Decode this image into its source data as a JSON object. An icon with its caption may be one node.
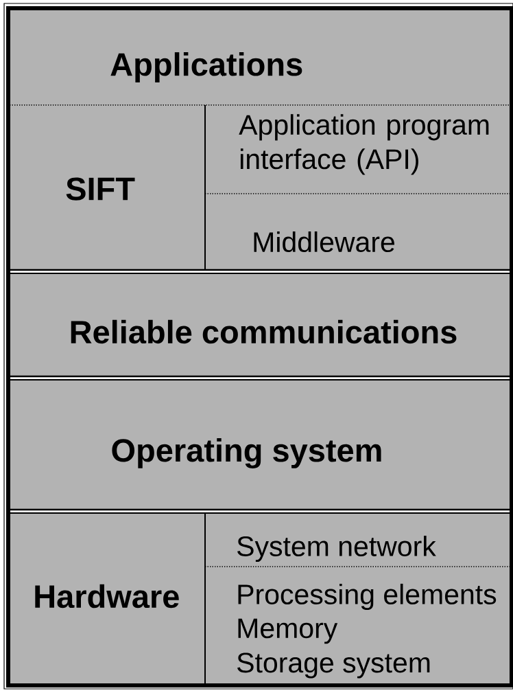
{
  "diagram": {
    "nodes": [
      {
        "text": [
          "Applications"
        ]
      },
      {
        "text": [
          "SIFT"
        ]
      },
      {
        "text": [
          "Application program interface (API)"
        ]
      },
      {
        "text": [
          "Middleware"
        ]
      },
      {
        "text": [
          "Reliable communications"
        ]
      },
      {
        "text": [
          "Operating system"
        ]
      },
      {
        "text": [
          "Hardware"
        ]
      },
      {
        "text": [
          "System network"
        ]
      },
      {
        "text": [
          "Processing elements",
          "Memory",
          "Storage system"
        ]
      }
    ],
    "edges": []
  }
}
